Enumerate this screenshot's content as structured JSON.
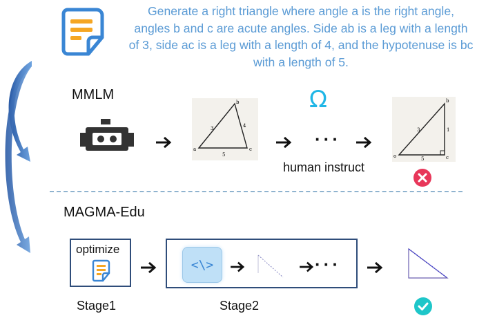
{
  "prompt_text": "Generate a right triangle where angle a is the right angle, angles b and c are acute angles. Side ab is a leg with a length of 3, side ac is a leg with a length of 4, and the hypotenuse is bc with a length of 5.",
  "top_row": {
    "title": "MMLM",
    "human_instruct": "human instruct",
    "dots": "···",
    "omega": "Ω",
    "tri1": {
      "a": "a",
      "b": "b",
      "c": "c",
      "s3": "3",
      "s4": "4",
      "s5": "5"
    },
    "tri2": {
      "o": "o",
      "b": "b",
      "c": "c",
      "s3": "3",
      "s1": "1",
      "s5": "5"
    },
    "result_icon": "x-circle-icon"
  },
  "bottom_row": {
    "title": "MAGMA-Edu",
    "optimize": "optimize",
    "stage1": "Stage1",
    "stage2": "Stage2",
    "code_glyph": "<\\>",
    "dots": "···",
    "result_icon": "check-circle-icon"
  },
  "colors": {
    "prompt": "#5b9bd5",
    "accent_blue": "#3a86d4",
    "omega": "#1fb6e6",
    "fail": "#e8375a",
    "success": "#1ec6c9",
    "icon_orange": "#f5a623",
    "box_border": "#2f4d7a"
  }
}
